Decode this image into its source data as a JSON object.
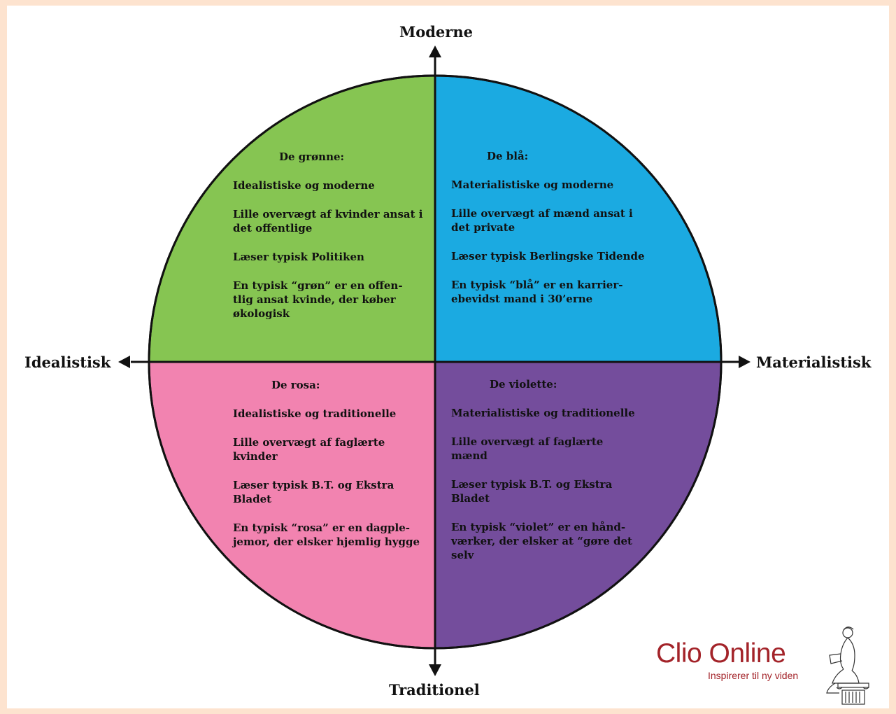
{
  "axes": {
    "top": "Moderne",
    "bottom": "Traditionel",
    "left": "Idealistisk",
    "right": "Materialistisk"
  },
  "quadrants": [
    {
      "id": "green",
      "color": "#86c552",
      "title": "De grønne:",
      "lines": [
        "Idealistiske og moderne",
        "Lille overvægt af kvinder ansat i det offentlige",
        "Læser typisk Politiken",
        "En typisk “grøn” er en offen-tlig ansat kvinde, der køber økologisk"
      ]
    },
    {
      "id": "blue",
      "color": "#1baae1",
      "title": "De blå:",
      "lines": [
        "Materialistiske og moderne",
        "Lille overvægt af mænd ansat i det private",
        "Læser typisk Berlingske Tidende",
        "En typisk “blå” er en karrier-ebevidst mand i 30’erne"
      ]
    },
    {
      "id": "pink",
      "color": "#f283b0",
      "title": "De rosa:",
      "lines": [
        "Idealistiske og traditionelle",
        "Lille overvægt af faglærte kvinder",
        "Læser typisk B.T. og Ekstra Bladet",
        "En typisk “rosa” er en dagple-jemor, der elsker hjemlig hygge"
      ]
    },
    {
      "id": "purple",
      "color": "#744d9c",
      "title": "De violette:",
      "lines": [
        "Materialistiske og traditionelle",
        "Lille overvægt af faglærte mænd",
        "Læser typisk B.T. og Ekstra Bladet",
        "En typisk “violet” er en hånd-værker, der elsker at “gøre det selv"
      ]
    }
  ],
  "logo": {
    "name": "Clio Online",
    "tagline": "Inspirerer til ny viden",
    "color": "#a32329"
  }
}
